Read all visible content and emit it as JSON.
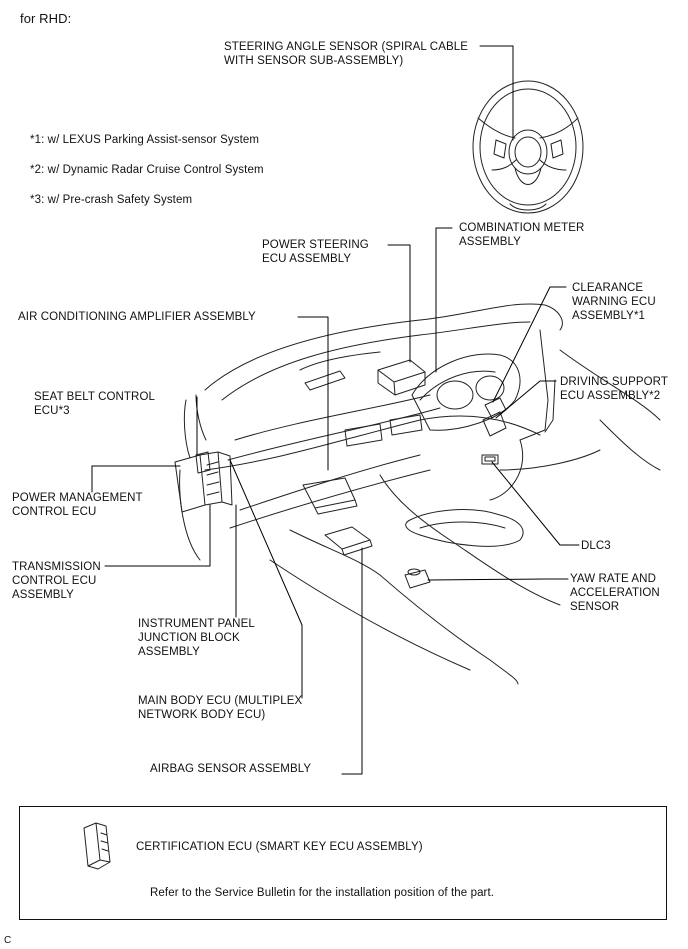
{
  "header": {
    "title": "for RHD:"
  },
  "notes": [
    "*1: w/ LEXUS Parking Assist-sensor System",
    "*2: w/ Dynamic Radar Cruise Control System",
    "*3: w/ Pre-crash Safety System"
  ],
  "callouts": {
    "steering_angle_sensor": "STEERING ANGLE SENSOR (SPIRAL CABLE\nWITH SENSOR SUB-ASSEMBLY)",
    "combination_meter": "COMBINATION METER\nASSEMBLY",
    "power_steering_ecu": "POWER STEERING\nECU ASSEMBLY",
    "clearance_warning_ecu": "CLEARANCE\nWARNING ECU\nASSEMBLY*1",
    "air_conditioning_amplifier": "AIR CONDITIONING AMPLIFIER ASSEMBLY",
    "driving_support_ecu": "DRIVING SUPPORT\nECU ASSEMBLY*2",
    "seat_belt_control_ecu": "SEAT BELT CONTROL\nECU*3",
    "power_management_ecu": "POWER MANAGEMENT\nCONTROL ECU",
    "dlc3": "DLC3",
    "transmission_control_ecu": "TRANSMISSION\nCONTROL ECU\nASSEMBLY",
    "yaw_rate_sensor": "YAW RATE AND\nACCELERATION\nSENSOR",
    "instrument_panel_junction_block": "INSTRUMENT PANEL\nJUNCTION BLOCK\nASSEMBLY",
    "main_body_ecu": "MAIN BODY ECU (MULTIPLEX\nNETWORK BODY ECU)",
    "airbag_sensor": "AIRBAG SENSOR ASSEMBLY"
  },
  "footer_box": {
    "certification_ecu": "CERTIFICATION ECU (SMART KEY ECU ASSEMBLY)",
    "note": "Refer to the Service Bulletin for the installation position of the part."
  },
  "figure_code": "C"
}
